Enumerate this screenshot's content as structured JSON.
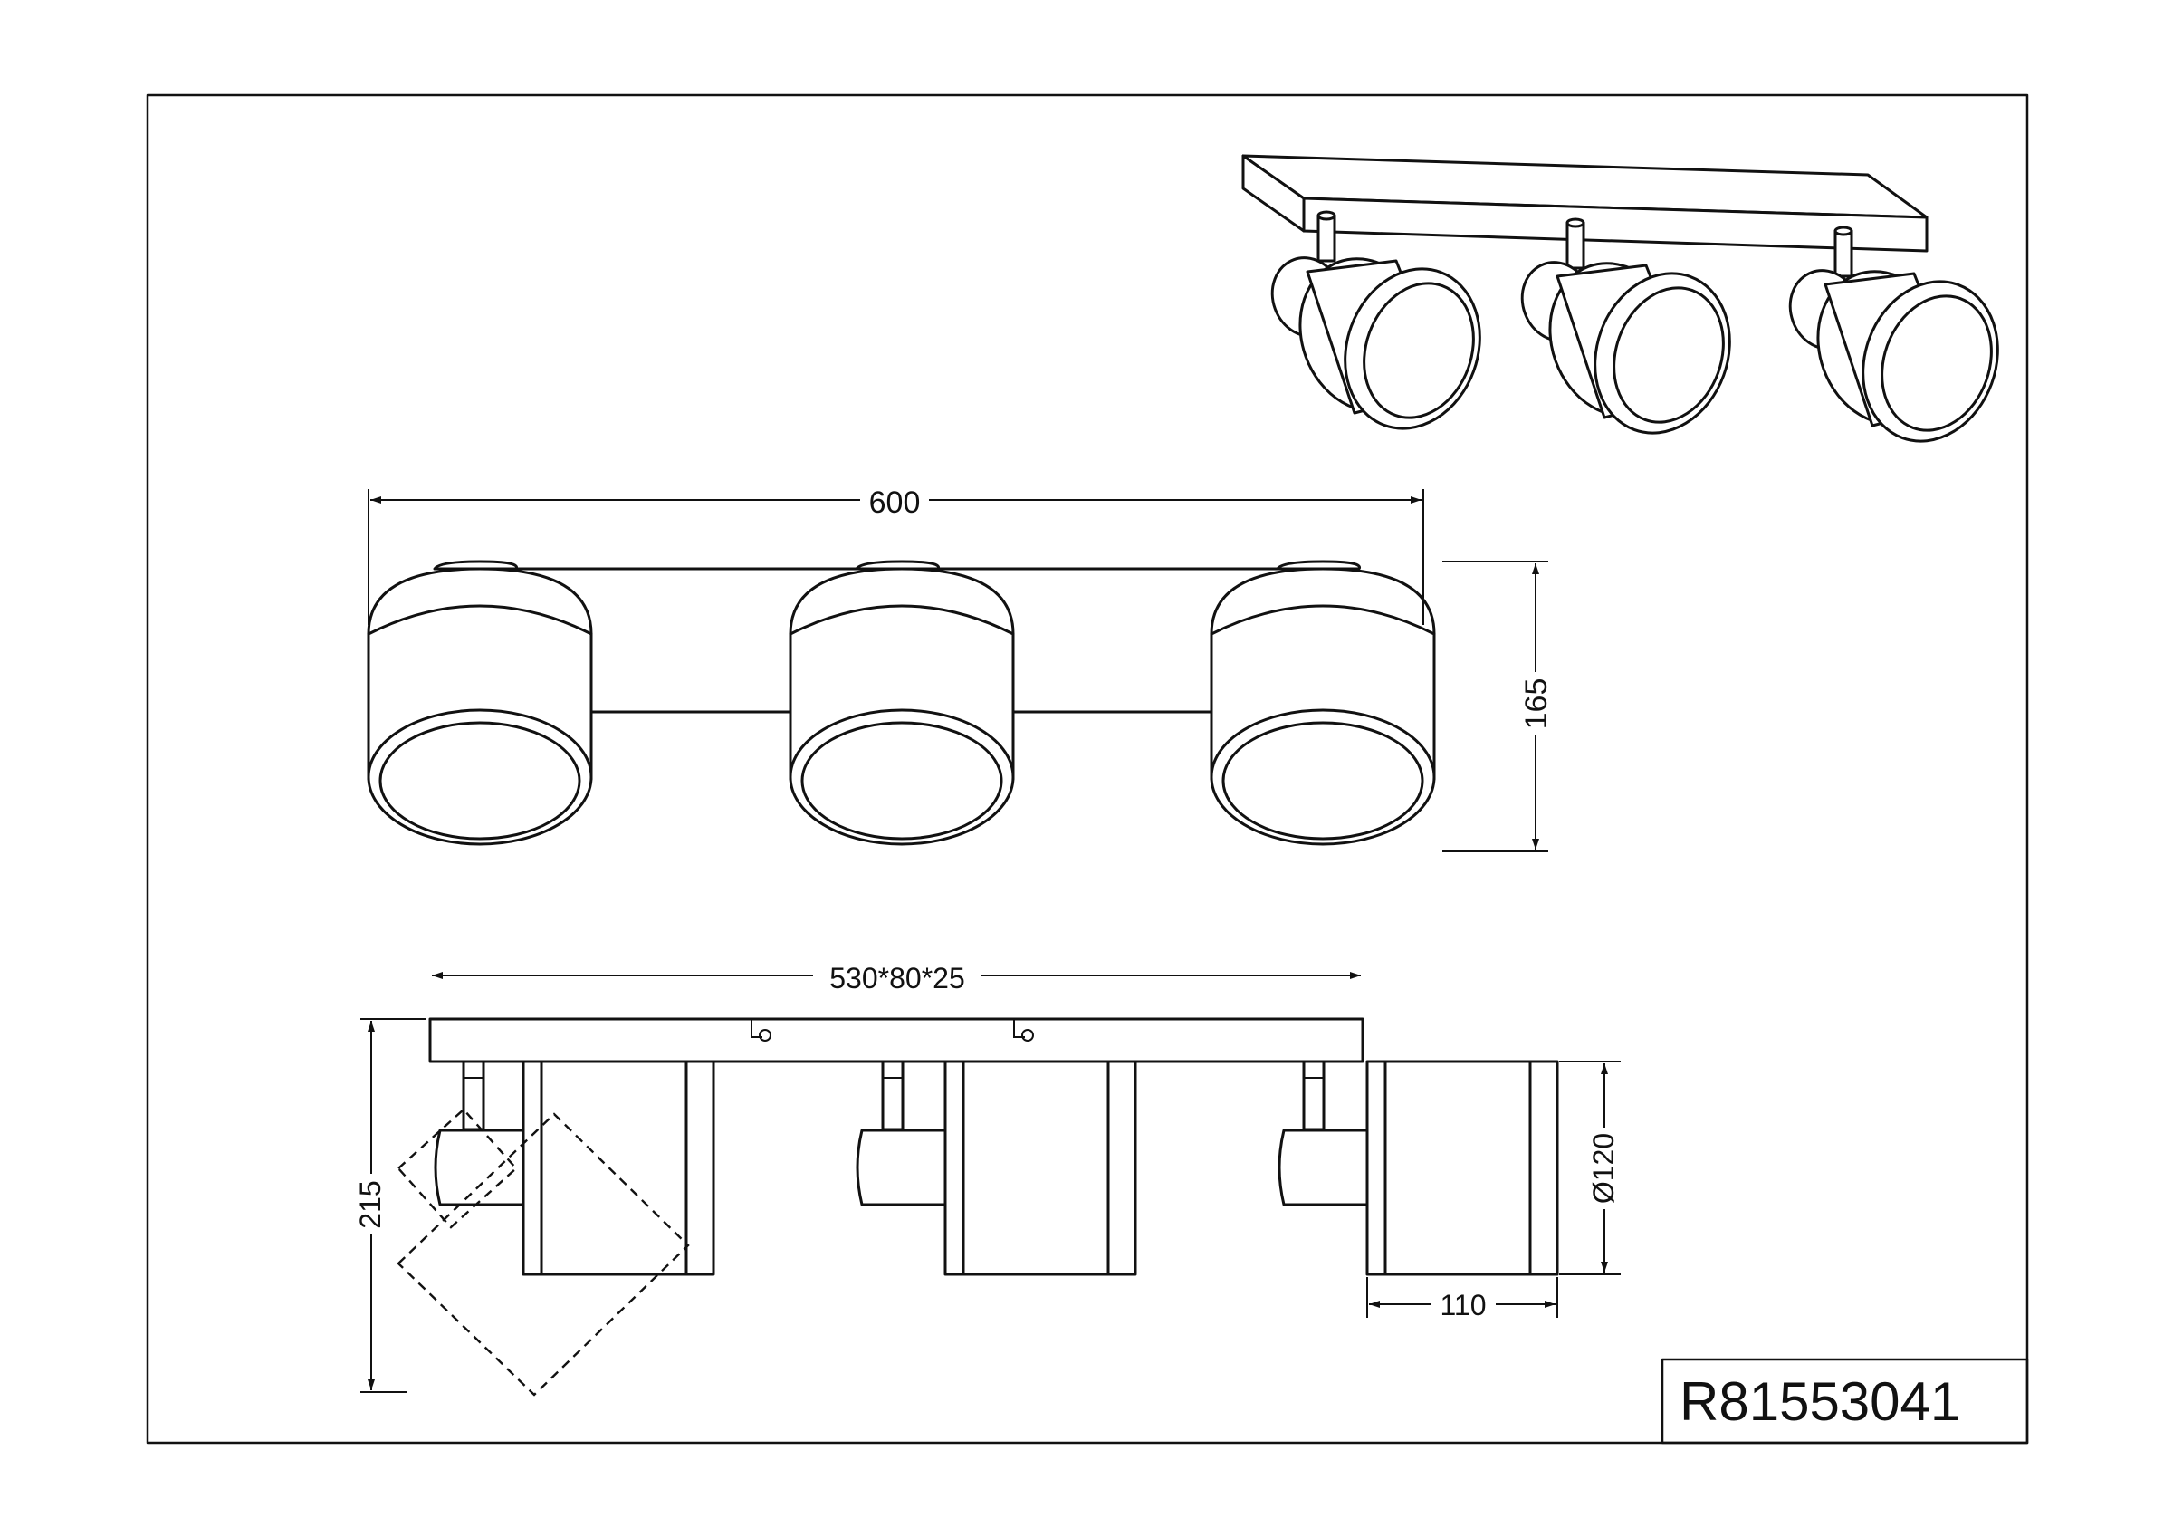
{
  "drawing": {
    "product_code": "R81553041",
    "dimensions": {
      "overall_width": "600",
      "overall_height": "165",
      "canopy": "530*80*25",
      "total_height": "215",
      "shade_diameter": "Ø120",
      "shade_depth": "110"
    }
  }
}
